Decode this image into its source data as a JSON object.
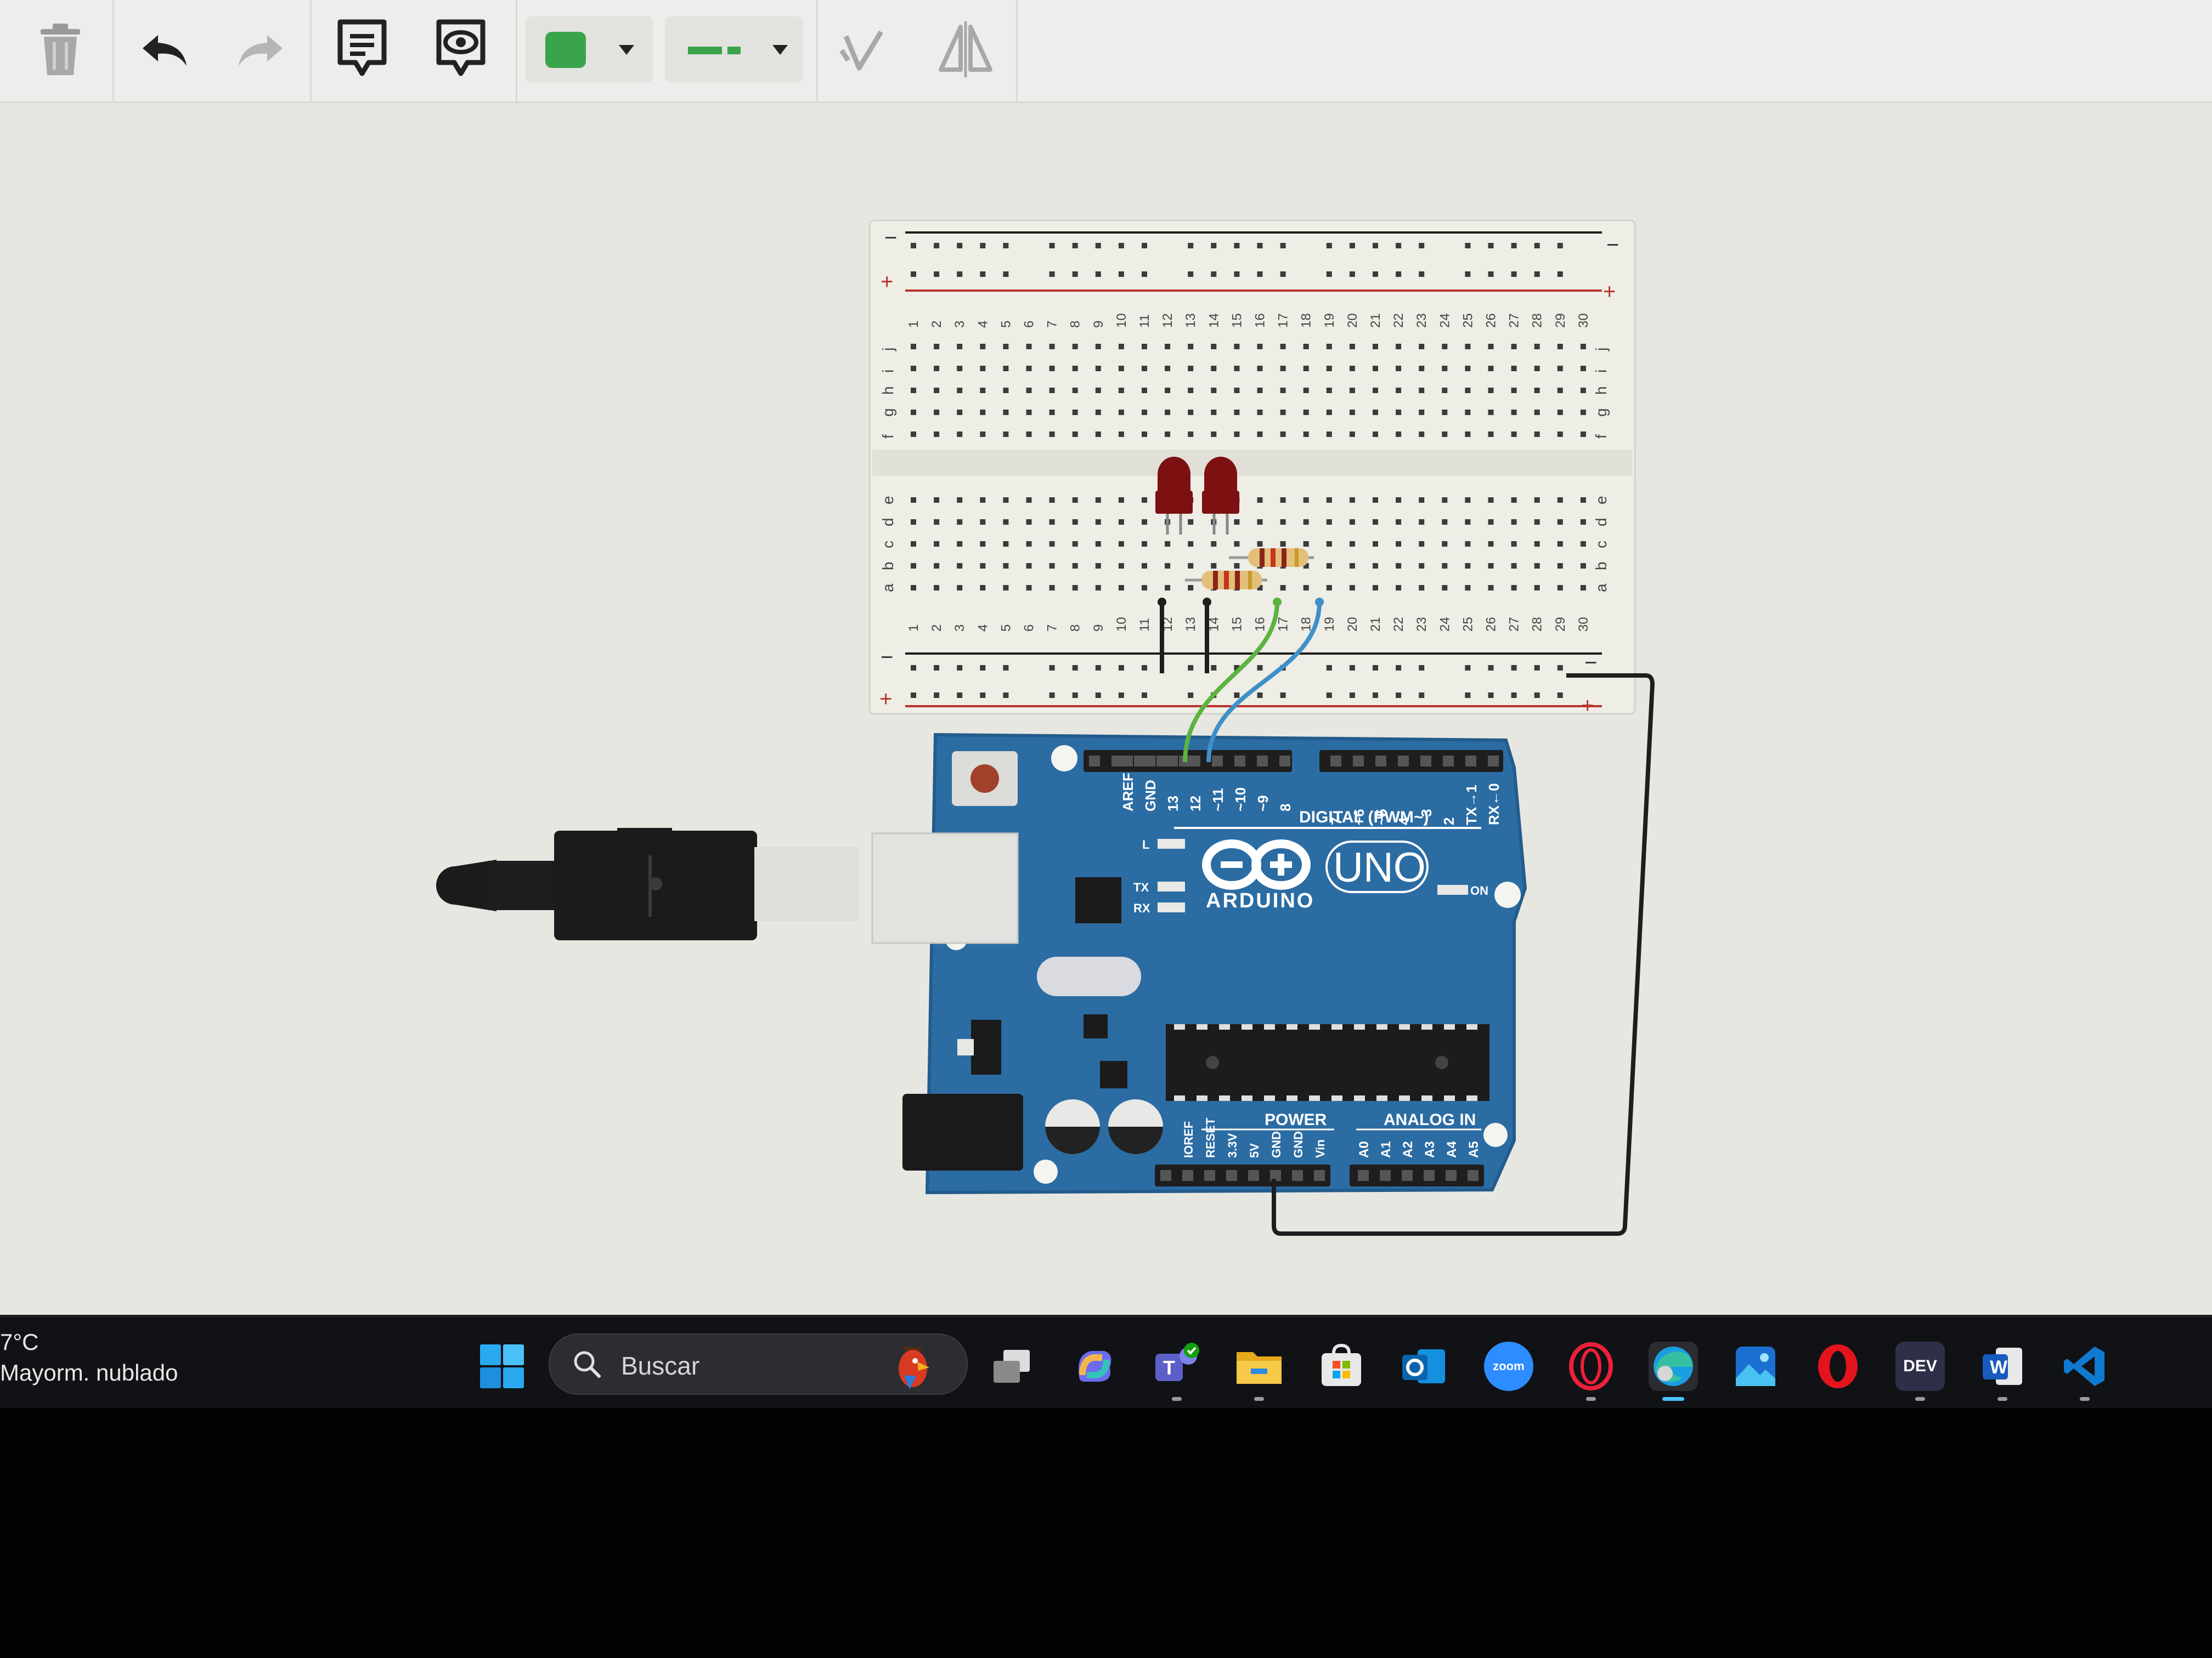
{
  "toolbar": {
    "tools": [
      "trash-icon",
      "undo-icon",
      "redo-icon",
      "note-icon",
      "eye-icon",
      "wire-color-swatch",
      "line-style",
      "rotate-icon",
      "flip-icon"
    ],
    "wire_color": "#3aa44a"
  },
  "circuit": {
    "breadboard": {
      "top_rows": [
        "j",
        "i",
        "h",
        "g",
        "f"
      ],
      "bottom_rows": [
        "e",
        "d",
        "c",
        "b",
        "a"
      ],
      "columns": [
        "1",
        "2",
        "3",
        "4",
        "5",
        "6",
        "7",
        "8",
        "9",
        "10",
        "11",
        "12",
        "13",
        "14",
        "15",
        "16",
        "17",
        "18",
        "19",
        "20",
        "21",
        "22",
        "23",
        "24",
        "25",
        "26",
        "27",
        "28",
        "29",
        "30"
      ],
      "rail_minus": "−",
      "rail_plus": "+"
    },
    "arduino": {
      "brand": "ARDUINO",
      "model": "UNO",
      "digital_header_label": "DIGITAL (PWM~)",
      "digital_pins_left": [
        "AREF",
        "GND",
        "13",
        "12",
        "~11",
        "~10",
        "~9",
        "8"
      ],
      "digital_pins_right": [
        "7",
        "~6",
        "~5",
        "4",
        "~3",
        "2",
        "TX→1",
        "RX←0"
      ],
      "power_label": "POWER",
      "analog_label": "ANALOG IN",
      "power_pins": [
        "IOREF",
        "RESET",
        "3.3V",
        "5V",
        "GND",
        "GND",
        "Vin"
      ],
      "analog_pins": [
        "A0",
        "A1",
        "A2",
        "A3",
        "A4",
        "A5"
      ],
      "led_l": "L",
      "led_tx": "TX",
      "led_rx": "RX",
      "led_on": "ON",
      "board_color": "#2b6ca3"
    },
    "wires": {
      "green_wire": "#5cb340",
      "blue_wire": "#3e90c9",
      "black_wire": "#1e1e1e"
    },
    "leds": {
      "color": "#7d1111"
    }
  },
  "taskbar": {
    "weather_temp": "7°C",
    "weather_desc": "Mayorm. nublado",
    "search_placeholder": "Buscar",
    "apps": [
      "windows-start-icon",
      "task-view-icon",
      "copilot-icon",
      "teams-icon",
      "file-explorer-icon",
      "microsoft-store-icon",
      "outlook-icon",
      "zoom-icon",
      "opera-gx-icon",
      "edge-icon",
      "photos-icon",
      "opera-icon",
      "dev-icon",
      "word-icon",
      "vscode-icon"
    ],
    "zoom_label": "zoom",
    "dev_label": "DEV",
    "word_label": "W"
  }
}
